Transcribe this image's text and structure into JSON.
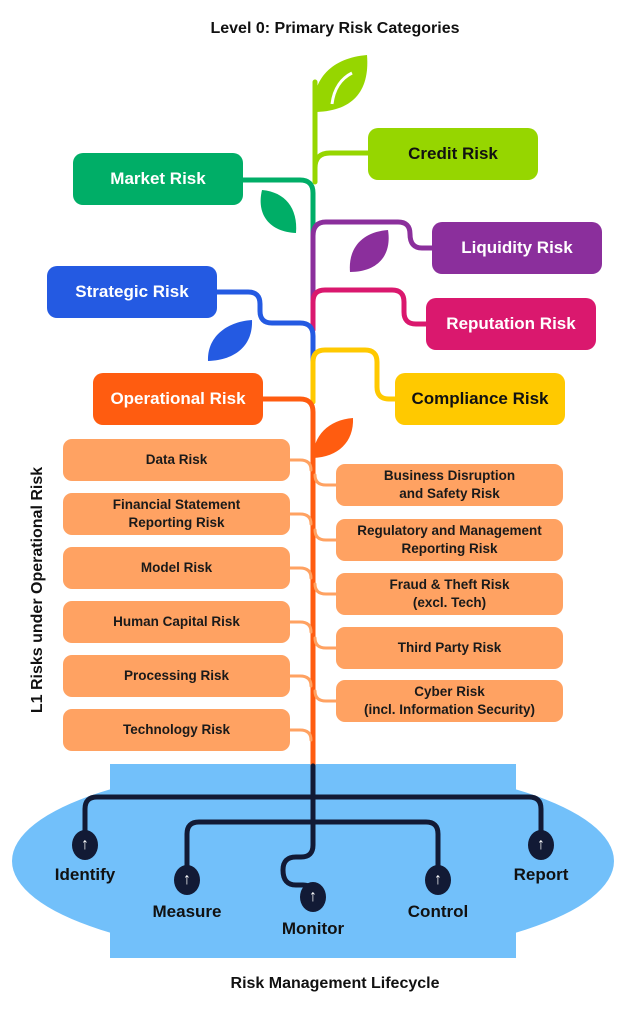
{
  "title": "Level 0: Primary Risk Categories",
  "level0": {
    "credit": {
      "label": "Credit Risk",
      "color": "#96d600"
    },
    "market": {
      "label": "Market Risk",
      "color": "#00ae67"
    },
    "liquidity": {
      "label": "Liquidity Risk",
      "color": "#8b2f9c"
    },
    "strategic": {
      "label": "Strategic Risk",
      "color": "#245ae2"
    },
    "reputation": {
      "label": "Reputation Risk",
      "color": "#da186e"
    },
    "operational": {
      "label": "Operational Risk",
      "color": "#ff5c10"
    },
    "compliance": {
      "label": "Compliance Risk",
      "color": "#ffc900"
    }
  },
  "l1_label": "L1 Risks under Operational Risk",
  "l1_left": [
    "Data Risk",
    "Financial Statement\nReporting Risk",
    "Model Risk",
    "Human Capital Risk",
    "Processing Risk",
    "Technology Risk"
  ],
  "l1_right": [
    "Business Disruption\nand Safety Risk",
    "Regulatory and Management\nReporting Risk",
    "Fraud & Theft Risk\n(excl. Tech)",
    "Third Party Risk",
    "Cyber Risk\n(incl. Information Security)"
  ],
  "lifecycle": {
    "title": "Risk Management Lifecycle",
    "steps": [
      "Identify",
      "Measure",
      "Monitor",
      "Control",
      "Report"
    ],
    "icon": "arrow-up-icon",
    "node_glyph": "↑"
  }
}
